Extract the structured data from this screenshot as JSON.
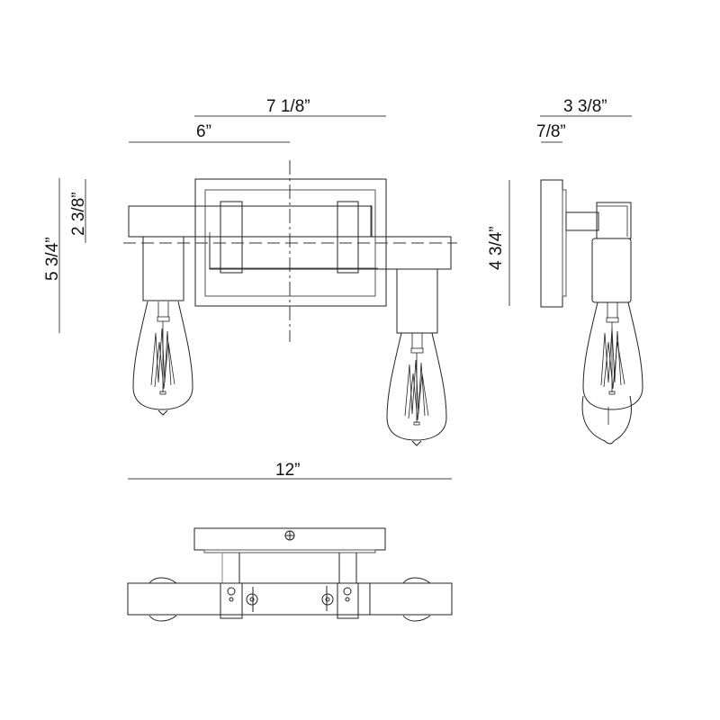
{
  "drawing": {
    "subject": "two-light vanity wall fixture with exposed Edison bulbs",
    "views": [
      "front-elevation",
      "side-elevation",
      "top-plan"
    ]
  },
  "dimensions": {
    "backplate_width": "7 1/8”",
    "arm_span": "6”",
    "overall_height": "5 3/4”",
    "center_to_top": "2 3/8”",
    "extension": "3 3/8”",
    "backplate_depth": "7/8”",
    "backplate_height": "4 3/4”",
    "overall_width": "12”"
  },
  "colors": {
    "line": "#222222",
    "background": "#ffffff"
  }
}
